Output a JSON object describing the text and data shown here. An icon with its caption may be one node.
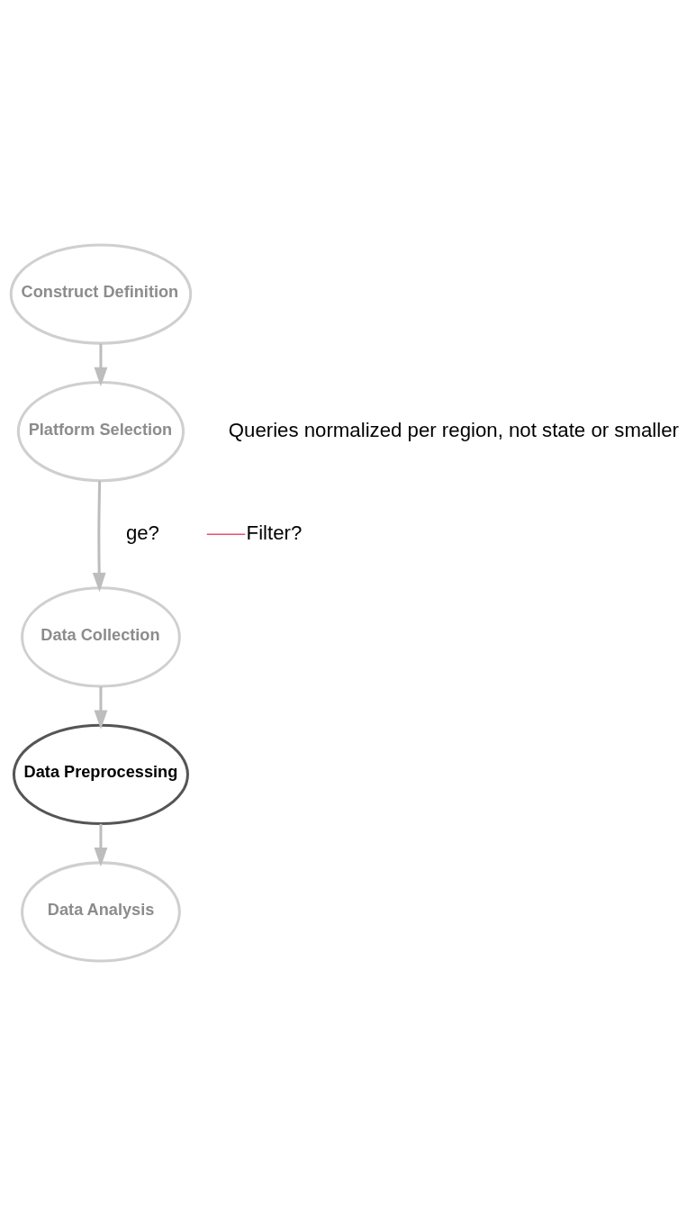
{
  "diagram": {
    "nodes": [
      {
        "text": [
          "Construct Definition"
        ]
      },
      {
        "text": [
          "Platform Selection"
        ]
      },
      {
        "text": [
          "Data Collection"
        ]
      },
      {
        "text": [
          "Data Preprocessing"
        ]
      },
      {
        "text": [
          "Data Analysis"
        ]
      },
      {
        "text": [
          "Filter?"
        ]
      }
    ],
    "edges": [
      {
        "from": 0,
        "to": 1,
        "arrow": "to"
      },
      {
        "from": 1,
        "to": 2,
        "arrow": "to"
      },
      {
        "from": 2,
        "to": 3,
        "arrow": "to"
      },
      {
        "from": 3,
        "to": 4,
        "arrow": "to"
      },
      {
        "from": null,
        "to": 5,
        "arrow": "none",
        "color": "#e8506e"
      }
    ],
    "labels": [
      "Queries normalized per region, not state or smaller",
      "ge?"
    ]
  }
}
